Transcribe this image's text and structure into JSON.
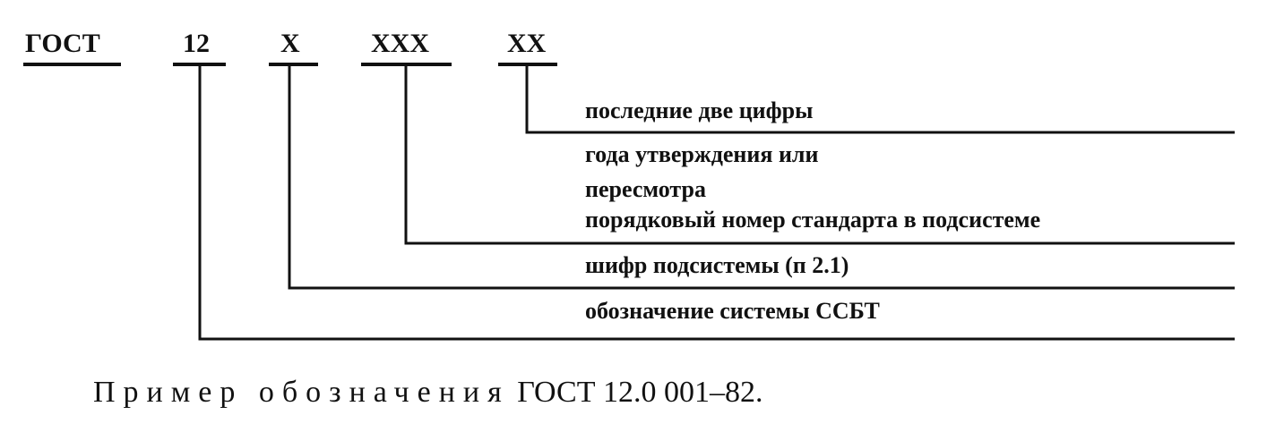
{
  "diagram": {
    "codes": {
      "gost": "ГОСТ",
      "system": "12",
      "subsystem": "X",
      "number": "XXX",
      "year": "XX"
    },
    "descriptions": {
      "year_line1": "последние две цифры",
      "year_line2": "года утверждения или",
      "year_line3": "пересмотра",
      "number": "порядковый номер стандарта в подсистеме",
      "subsystem": "шифр подсистемы (п 2.1)",
      "system": "обозначение системы ССБТ"
    }
  },
  "caption": {
    "prefix": "Пример обозначения",
    "designation": "ГОСТ 12.0 001–82."
  }
}
